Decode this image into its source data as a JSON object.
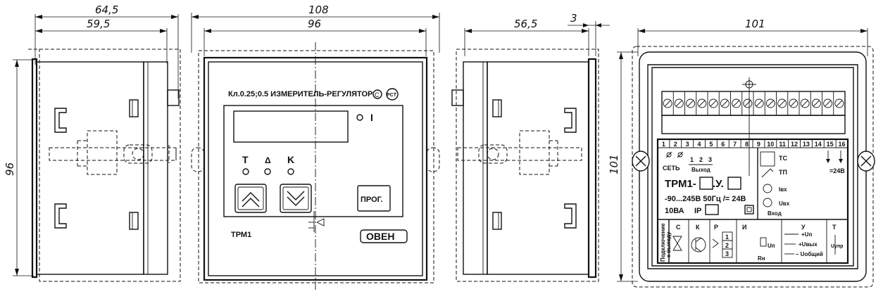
{
  "dimensions": {
    "side_left_outer": "64,5",
    "side_left_inner": "59,5",
    "front_outer": "108",
    "front_inner": "96",
    "side_right_inner": "56,5",
    "side_right_flange": "3",
    "rear_width": "101",
    "side_height": "96",
    "rear_height": "101"
  },
  "front_panel": {
    "header": "Кл.0.25;0.5  ИЗМЕРИТЕЛЬ-РЕГУЛЯТОР",
    "mark_c": "С",
    "mark_pct": "PCT",
    "indicator_label": "I",
    "led_t": "T",
    "led_delta": "Δ",
    "led_k": "K",
    "prog_button": "ПРОГ.",
    "model": "ТРМ1",
    "brand": "ОВЕН"
  },
  "rear_panel": {
    "terminals": [
      "1",
      "2",
      "3",
      "4",
      "5",
      "6",
      "7",
      "8",
      "9",
      "10",
      "11",
      "12",
      "13",
      "14",
      "15",
      "16"
    ],
    "power_label": "СЕТЬ",
    "output_label": "Выход",
    "output_numbers": [
      "1",
      "2",
      "3"
    ],
    "type_line": "ТРМ1-",
    "type_mid": ".У.",
    "supply_line": "-90...245В 50Гц /= 24В",
    "current_rating": "10ВА",
    "ip_label": "IP",
    "sensor_tc": "ТС",
    "sensor_tp": "ТП",
    "sensor_iin": "Iвх",
    "sensor_uin": "Uвх",
    "input_label": "Вход",
    "dc24": "=24В",
    "connection_title_1": "Подключение",
    "connection_title_2": "к выходу",
    "out_types": [
      "С",
      "К",
      "Р",
      "И",
      "У",
      "Т"
    ],
    "relay_numbers": [
      "1",
      "2",
      "3"
    ],
    "u_plus": "+Uп",
    "u_out": "+Uвых",
    "u_common": "– Uобщий",
    "u_ctrl": "Uупр",
    "un_label": "Uп",
    "rn_label": "Rн"
  }
}
